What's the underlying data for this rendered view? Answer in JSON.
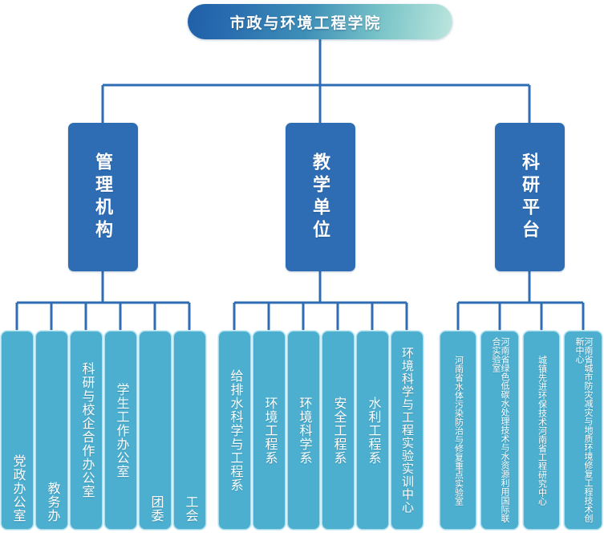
{
  "chart_data": {
    "type": "diagram",
    "title": "市政与环境工程学院",
    "diagram_kind": "organization-chart",
    "orientation": "top-down",
    "levels": 3,
    "colors": {
      "root_gradient_start": "#1f5fa8",
      "root_gradient_end": "#bfe6df",
      "branch_fill": "#2e6db4",
      "leaf_fill": "#4cafcf",
      "leaf_border": "#a8dcea",
      "connector": "#2e6db4",
      "text": "#ffffff",
      "background": "#ffffff"
    }
  },
  "root": {
    "label": "市政与环境工程学院"
  },
  "branches": [
    {
      "label": "管理机构",
      "children": [
        {
          "label": "党政办公室"
        },
        {
          "label": "教务办"
        },
        {
          "label": "科研与校企合作办公室"
        },
        {
          "label": "学生工作办公室"
        },
        {
          "label": "团委"
        },
        {
          "label": "工会"
        }
      ]
    },
    {
      "label": "教学单位",
      "children": [
        {
          "label": "给排水科学与工程系"
        },
        {
          "label": "环境工程系"
        },
        {
          "label": "环境科学系"
        },
        {
          "label": "安全工程系"
        },
        {
          "label": "水利工程系"
        },
        {
          "label": "环境科学与工程实验实训中心"
        }
      ]
    },
    {
      "label": "科研平台",
      "children": [
        {
          "label": "河南省水体污染防治与修复重点实验室"
        },
        {
          "label": "河南省绿色低碳水处理技术与水资源利用国际联合实验室"
        },
        {
          "label": "城镇先进环保技术河南省工程研究中心"
        },
        {
          "label": "河南省城市防灾减灾与地质环境修复工程技术创新中心"
        }
      ]
    }
  ]
}
